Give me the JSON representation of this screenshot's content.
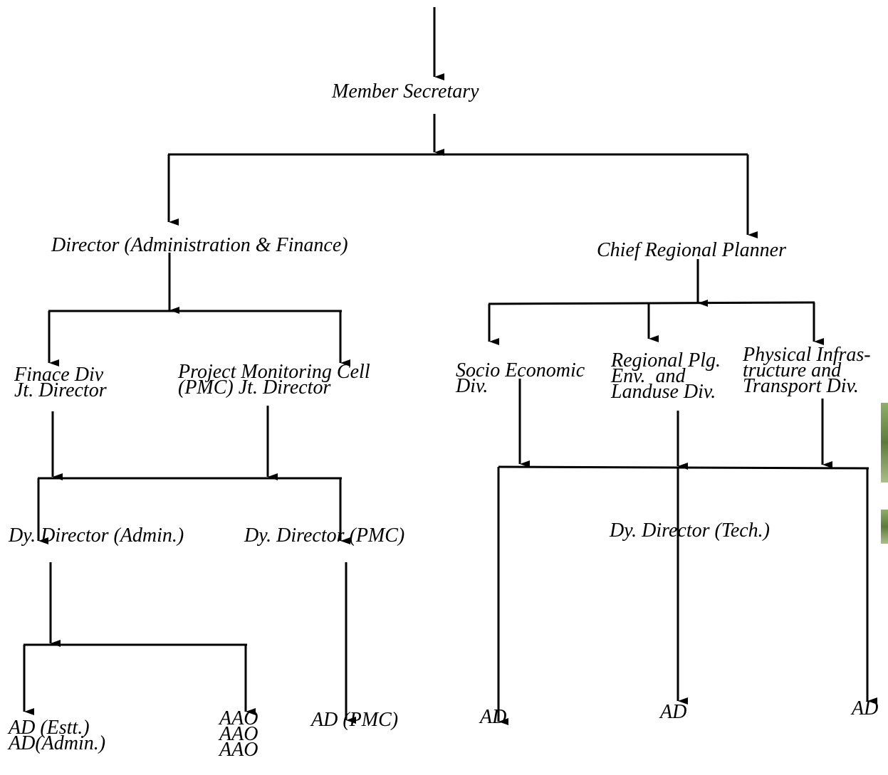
{
  "nodes": {
    "member_secretary": "Member Secretary",
    "director_admin_finance": "Director (Administration & Finance)",
    "chief_regional_planner": "Chief Regional Planner",
    "finance_div": "Finace Div\nJt. Director",
    "pmc_cell": "Project Monitoring Cell\n(PMC) Jt. Director",
    "socio_economic": "Socio Economic\nDiv.",
    "regional_plg": "Regional Plg.\nEnv.  and\nLanduse Div.",
    "physical_infra": "Physical Infras-\ntructure and\nTransport Div.",
    "dy_director_admin": "Dy. Director (Admin.)",
    "dy_director_pmc": "Dy. Director (PMC)",
    "dy_director_tech": "Dy. Director (Tech.)",
    "ad_estt_admin": "AD (Estt.)\nAD(Admin.)",
    "aao_list": "AAO\nAAO\nAAO",
    "ad_pmc": "AD (PMC)",
    "ad_left": "AD",
    "ad_middle": "AD",
    "ad_right": "AD"
  },
  "colors": {
    "line": "#000000",
    "background": "#ffffff"
  }
}
